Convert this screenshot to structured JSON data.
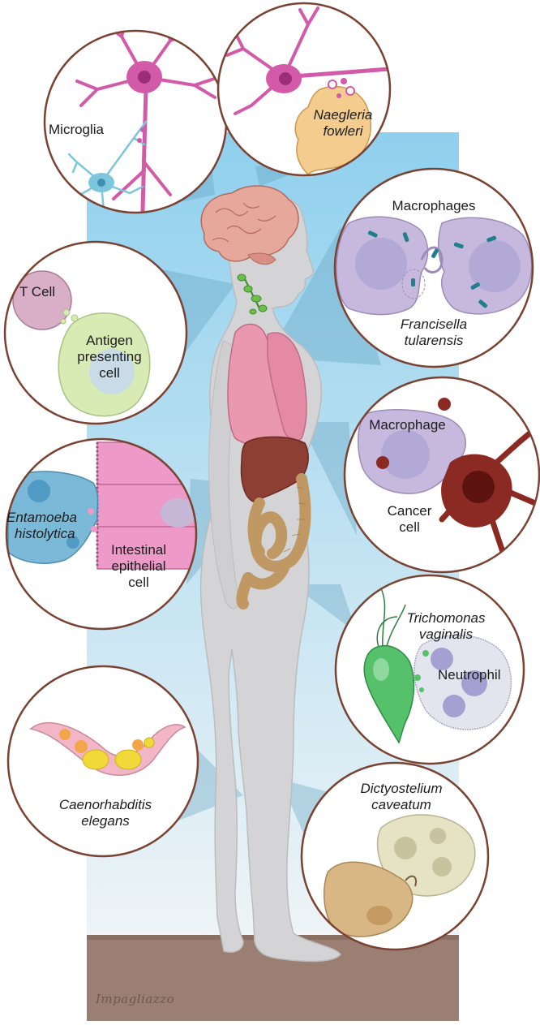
{
  "panels": {
    "microglia": {
      "label": "Microglia"
    },
    "naegleria": {
      "line1": "Naegleria",
      "line2": "fowleri"
    },
    "macrophages": {
      "label": "Macrophages",
      "line1": "Francisella",
      "line2": "tularensis"
    },
    "tcell": {
      "tcell": "T Cell",
      "line1": "Antigen",
      "line2": "presenting",
      "line3": "cell"
    },
    "cancer": {
      "macrophage": "Macrophage",
      "line1": "Cancer",
      "line2": "cell"
    },
    "entamoeba": {
      "line1": "Entamoeba",
      "line2": "histolytica",
      "ie1": "Intestinal",
      "ie2": "epithelial",
      "ie3": "cell"
    },
    "trichomonas": {
      "line1": "Trichomonas",
      "line2": "vaginalis",
      "neutrophil": "Neutrophil"
    },
    "celegans": {
      "line1": "Caenorhabditis",
      "line2": "elegans"
    },
    "dicty": {
      "line1": "Dictyostelium",
      "line2": "caveatum"
    }
  },
  "signature": "Impagliazzo",
  "colors": {
    "backdrop_top": "#8fd0ee",
    "backdrop_bottom": "#e9f2f6",
    "ground": "#9b7f73",
    "body": "#d3d3d3",
    "circle_border": "#7a4232",
    "neuron": "#d35aa8",
    "microglia": "#7cc7dc",
    "amoeba": "#f4cc8d",
    "macrophage": "#c7b9dd",
    "bacteria": "#1f7f8a",
    "tcell": "#d9aec7",
    "apc": "#d8ebb5",
    "cancer": "#8b2a22",
    "epithelial": "#ee9ac8",
    "entamoeba": "#7ab9d8",
    "trichomonas": "#55c26b",
    "neutrophil": "#e4e4ee",
    "worm": "#f2b6c6",
    "worm_cells": "#f2d93a",
    "dicty": "#d9b785",
    "lungs": "#e998b0",
    "liver": "#8d3f33",
    "intestine": "#bf9863",
    "brain": "#e7a89c",
    "lymph": "#6cbf4a"
  }
}
